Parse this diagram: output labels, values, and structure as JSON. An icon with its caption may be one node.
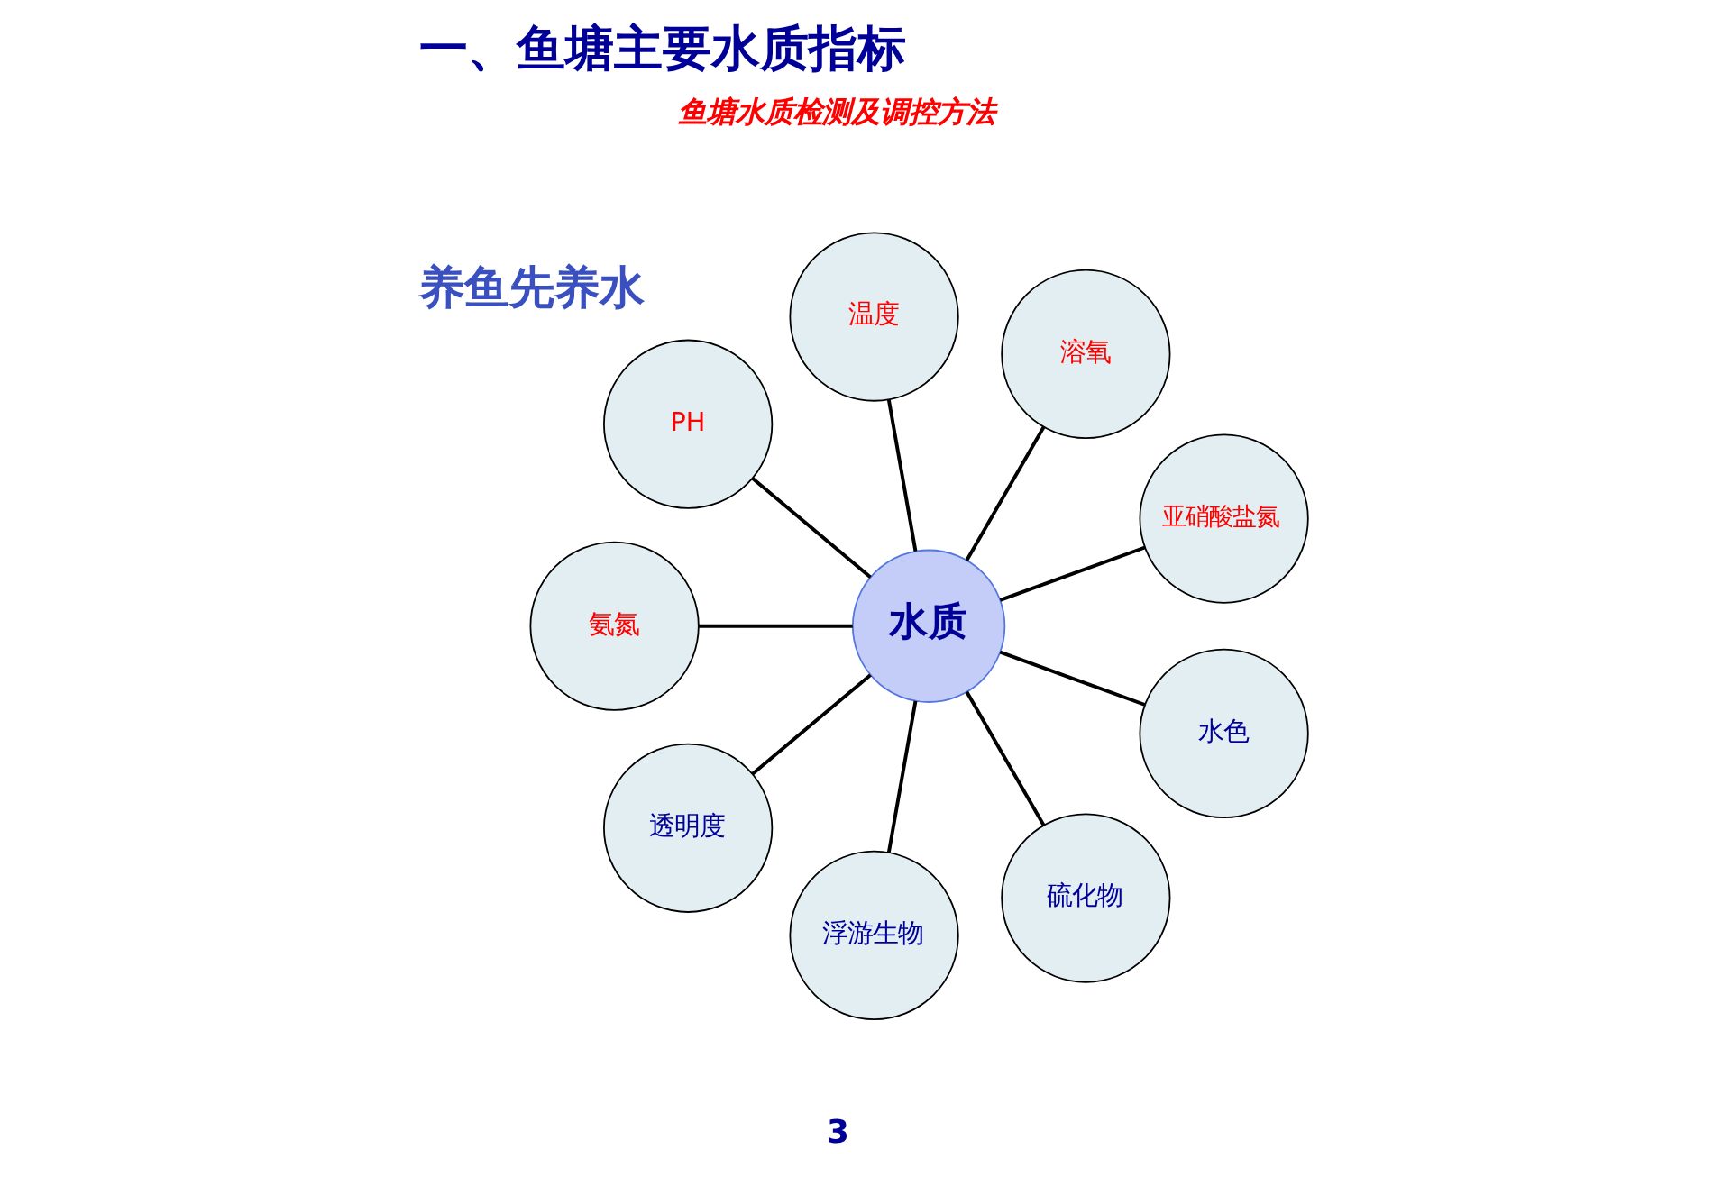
{
  "diagram": {
    "title": "一、鱼塘主要水质指标",
    "nodes": [
      {
        "text": [
          "温度"
        ]
      },
      {
        "text": [
          "PH"
        ]
      },
      {
        "text": [
          "溶氧"
        ]
      },
      {
        "text": [
          "氨氮"
        ]
      },
      {
        "text": [
          "水质"
        ]
      },
      {
        "text": [
          "亚硝酸盐氮"
        ]
      },
      {
        "text": [
          "透明度"
        ]
      },
      {
        "text": [
          "水色"
        ]
      },
      {
        "text": [
          "浮游生物"
        ]
      },
      {
        "text": [
          "硫化物"
        ]
      }
    ],
    "edges": [
      {
        "from": 4,
        "to": 0,
        "arrow": "none"
      },
      {
        "from": 4,
        "to": 2,
        "arrow": "none"
      },
      {
        "from": 4,
        "to": 5,
        "arrow": "none"
      },
      {
        "from": 4,
        "to": 7,
        "arrow": "none"
      },
      {
        "from": 4,
        "to": 9,
        "arrow": "none"
      },
      {
        "from": 4,
        "to": 8,
        "arrow": "none"
      },
      {
        "from": 4,
        "to": 6,
        "arrow": "none"
      },
      {
        "from": 4,
        "to": 3,
        "arrow": "none"
      },
      {
        "from": 4,
        "to": 1,
        "arrow": "none"
      }
    ],
    "labels": [
      "鱼塘水质检测及调控方法",
      "养鱼先养水",
      "3"
    ]
  }
}
